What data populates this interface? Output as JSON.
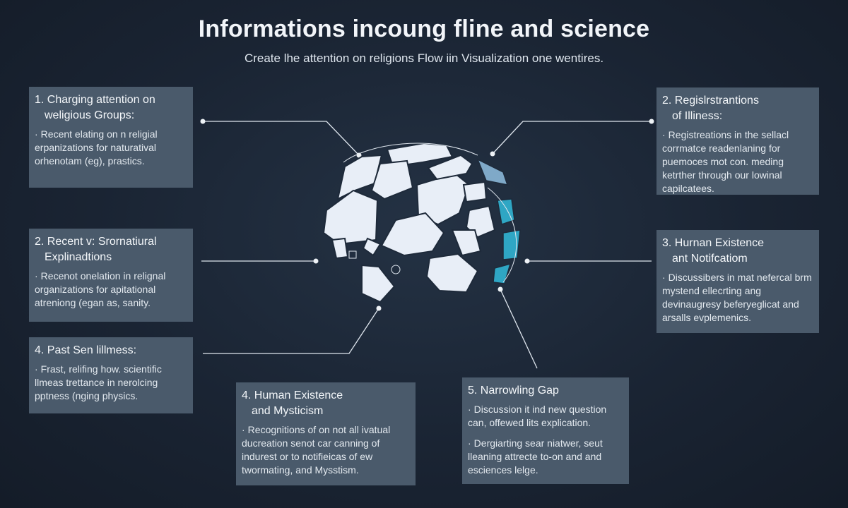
{
  "header": {
    "title": "Informations incoung fline and science",
    "subtitle": "Create lhe attention on religions Flow iin Visualization one wentires."
  },
  "colors": {
    "background": "#1a2433",
    "box": "#4a5a6b",
    "accent_teal": "#2fa6c4",
    "globe": "#e8eef7"
  },
  "boxes": {
    "b1": {
      "title_l1": "1. Charging attention on",
      "title_l2": "weligious Groups:",
      "body": [
        "Recent elating on n religial erpanizations for naturatival orhenotam (eg), prastics."
      ]
    },
    "b2": {
      "title_l1": "2. Recent v: Srornatiural",
      "title_l2": "Explinadtions",
      "body": [
        "Recenot onelation in relignal organizations for apitational atreniong (egan as, sanity."
      ]
    },
    "b3": {
      "title_l1": "4. Past Sen lillmess:",
      "title_l2": "",
      "body": [
        "Frast, relifing how. scientific llmeas trettance in nerolcing pptness (nging physics."
      ]
    },
    "b4": {
      "title_l1": "4. Human Existence",
      "title_l2": "and Mysticism",
      "body": [
        "Recognitions of on not all ivatual ducreation senot car canning of indurest or to notifieicas of ew twormating, and Mysstism."
      ]
    },
    "b5": {
      "title_l1": "5. Narrowling Gap",
      "title_l2": "",
      "body": [
        "Discussion it ind new question can, offewed lits explication.",
        "Dergiarting sear niatwer, seut lleaning attrecte to-on and and esciences lelge."
      ]
    },
    "b6": {
      "title_l1": "2. Regislrstrantions",
      "title_l2": "of Illiness:",
      "body": [
        "Registreations in the sellacl corrmatce readenlaning for puemoces mot con. meding ketrther through our lowinal capilcatees."
      ]
    },
    "b7": {
      "title_l1": "3. Hurnan Existence",
      "title_l2": "ant Notifcatiom",
      "body": [
        "Discussibers in mat nefercal brm mystend ellecrting ang devinaugresy beferyeglicat and arsalls evplemenics."
      ]
    }
  }
}
